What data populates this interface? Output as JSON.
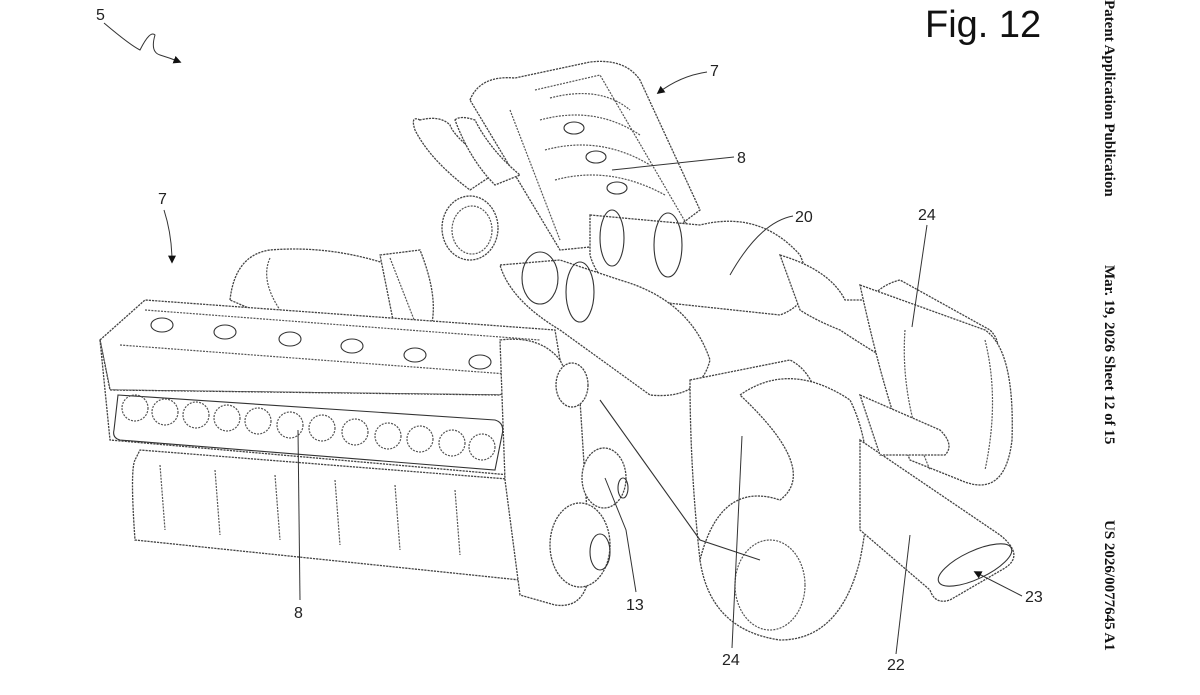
{
  "sheet": {
    "figure_label": "Fig. 12",
    "header": {
      "publication_type": "Patent Application Publication",
      "date_sheet": "Mar. 19, 2026  Sheet 12 of 15",
      "publication_number": "US 2026/0077645 A1"
    }
  },
  "reference_numerals": {
    "assembly": "5",
    "engine_bank_upper": "7",
    "engine_bank_left": "7",
    "cylinder_head_upper": "8",
    "cylinder_head_lower": "8",
    "auxiliary_drive": "13",
    "catalytic_converter": "20",
    "muffler_upper": "24",
    "muffler_lower": "24",
    "tailpipe": "22",
    "tailpipe_outlet": "23"
  }
}
